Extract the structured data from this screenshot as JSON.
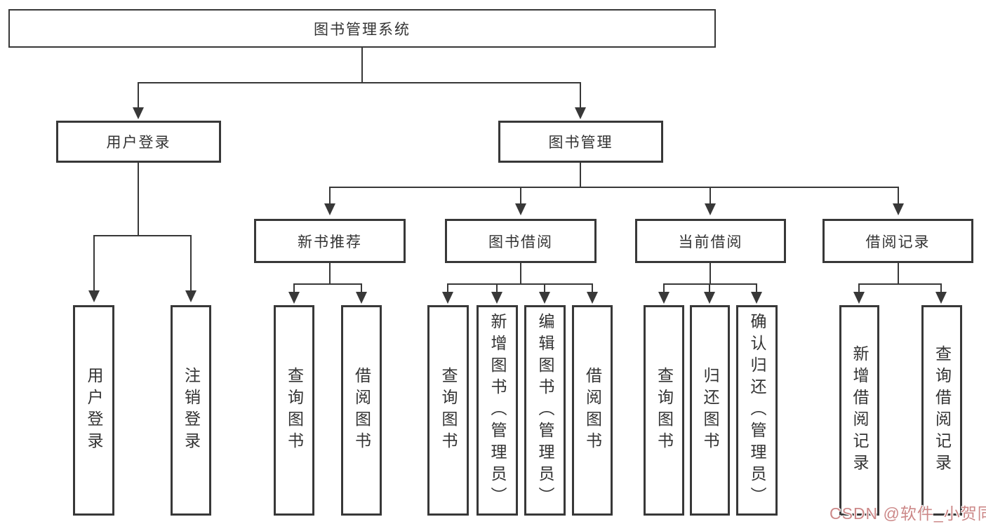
{
  "page": {
    "background_color": "#ffffff",
    "line_color": "#383838",
    "text_color": "#333333"
  },
  "root": {
    "label": "图书管理系统"
  },
  "level2": {
    "user_login": {
      "label": "用户登录"
    },
    "book_management": {
      "label": "图书管理"
    }
  },
  "level3": {
    "new_book_recommend": {
      "label": "新书推荐"
    },
    "book_borrow": {
      "label": "图书借阅"
    },
    "current_borrow": {
      "label": "当前借阅"
    },
    "borrow_records": {
      "label": "借阅记录"
    }
  },
  "leaves": {
    "login": [
      "用户登录",
      "注销登录"
    ],
    "recommend": [
      "查询图书",
      "借阅图书"
    ],
    "borrow": [
      "查询图书",
      "新增图书（管理员）",
      "编辑图书（管理员）",
      "借阅图书"
    ],
    "current": [
      "查询图书",
      "归还图书",
      "确认归还（管理员）"
    ],
    "records": [
      "新增借阅记录",
      "查询借阅记录"
    ]
  },
  "watermark": {
    "text": "CSDN @软件_小贺同学",
    "color": "#cc8888"
  }
}
